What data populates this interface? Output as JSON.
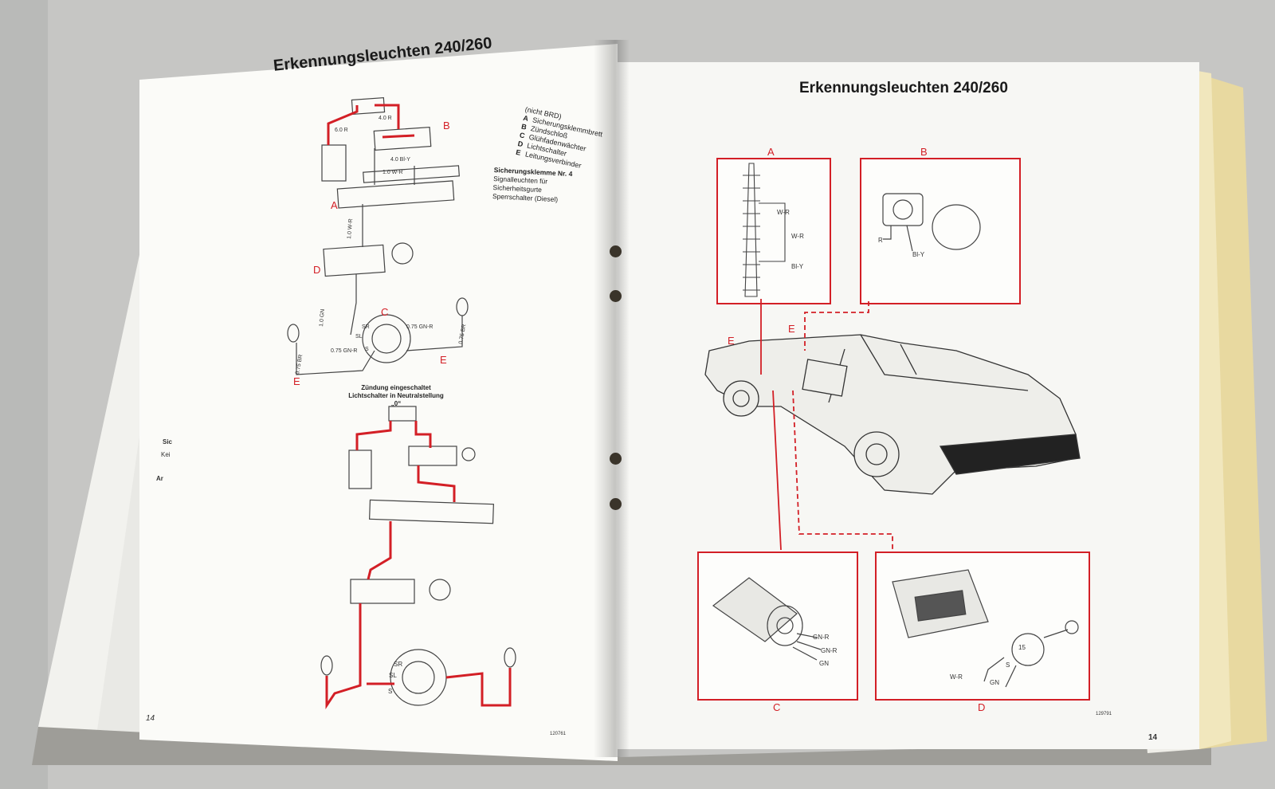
{
  "left_page": {
    "title": "Erkennungsleuchten 240/260",
    "legend": {
      "note": "(nicht BRD)",
      "items": [
        {
          "key": "A",
          "label": "Sicherungsklemmbrett"
        },
        {
          "key": "B",
          "label": "Zündschloß"
        },
        {
          "key": "C",
          "label": "Glühfadenwächter"
        },
        {
          "key": "D",
          "label": "Lichtschalter"
        },
        {
          "key": "E",
          "label": "Leitungsverbinder"
        }
      ]
    },
    "fuse_block": {
      "heading": "Sicherungsklemme Nr. 4",
      "lines": [
        "Signalleuchten für",
        "Sicherheitsgurte",
        "Sperrschalter (Diesel)"
      ]
    },
    "diagram_letters": [
      "A",
      "B",
      "C",
      "D",
      "E",
      "E"
    ],
    "wire_labels": [
      "6.0 R",
      "4.0 R",
      "4.0 Bl-Y",
      "1.0 W-R",
      "1.0 GN",
      "0.75 GN-R",
      "0.75 BR",
      "SR",
      "SL",
      "S"
    ],
    "caption": [
      "Zündung eingeschaltet",
      "Lichtschalter in Neutralstellung „0“"
    ],
    "lower_labels": [
      "SR",
      "SL",
      "S"
    ],
    "page_number": "14",
    "footer_code": "120761",
    "edge_fragments": [
      "Sic",
      "Kei",
      "Ar"
    ]
  },
  "right_page": {
    "title": "Erkennungsleuchten 240/260",
    "boxes": [
      {
        "letter": "A",
        "labels": [
          "W-R",
          "W-R",
          "Bl-Y"
        ]
      },
      {
        "letter": "B",
        "labels": [
          "R",
          "Bl-Y"
        ]
      },
      {
        "letter": "C",
        "labels": [
          "GN-R",
          "GN-R",
          "GN"
        ]
      },
      {
        "letter": "D",
        "labels": [
          "W-R",
          "GN",
          "S",
          "15"
        ]
      }
    ],
    "car_labels": [
      "E",
      "E"
    ],
    "footer_code": "129791",
    "page_number": "14"
  },
  "colors": {
    "wire_red": "#d31f26",
    "paper": "#fbfbf8",
    "ink": "#222222"
  }
}
